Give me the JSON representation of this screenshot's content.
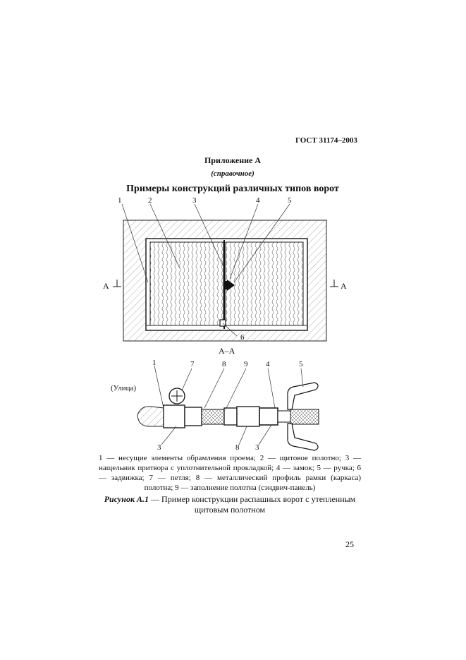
{
  "header": {
    "standard": "ГОСТ 31174–2003"
  },
  "annex": {
    "title": "Приложение А",
    "subtitle": "(справочное)"
  },
  "section_title": "Примеры конструкций различных типов ворот",
  "figure": {
    "elevation_labels": [
      "1",
      "2",
      "3",
      "4",
      "5",
      "6"
    ],
    "section_mark_left": "А",
    "section_mark_right": "А",
    "section_title": "А–А",
    "street_label": "(Улица)",
    "plan_labels_top": [
      "1",
      "7",
      "8",
      "9",
      "4",
      "5"
    ],
    "plan_labels_bottom": [
      "3",
      "8",
      "3"
    ]
  },
  "caption": "1 — несущие элементы обрамления проема; 2 — щитовое полотно; 3 — нащельник притвора с уплотнительной прокладкой; 4 — замок; 5 — ручка; 6 — задвижка; 7 — петля; 8 — металлический профиль рамки (каркаса) полотна; 9 — заполнение полотна (сэндвич-панель)",
  "figure_caption": {
    "label": "Рисунок А.1",
    "text": "— Пример конструкции распашных ворот с утепленным щитовым полотном"
  },
  "page_number": "25"
}
